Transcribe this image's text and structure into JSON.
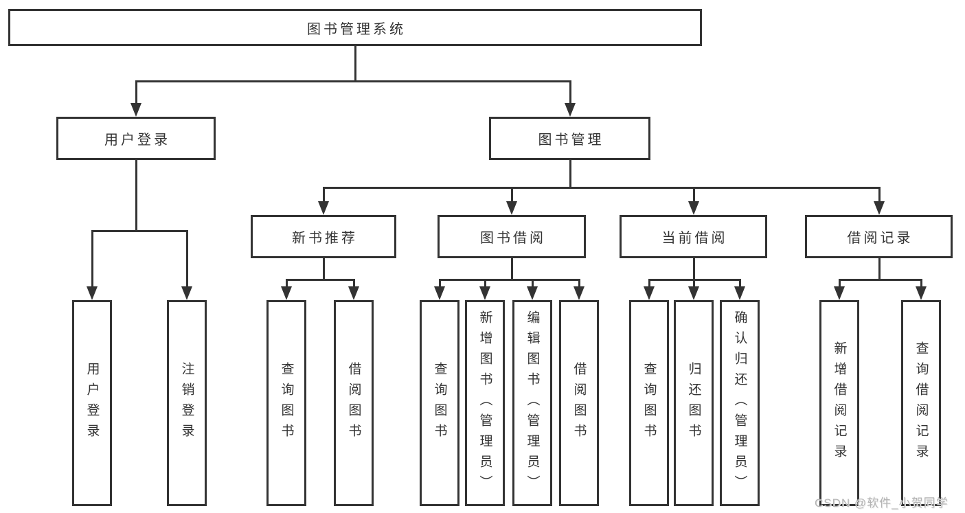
{
  "diagram": {
    "root": {
      "label": "图书管理系统"
    },
    "branches": [
      {
        "label": "用户登录",
        "children": [
          {
            "label": "用户登录"
          },
          {
            "label": "注销登录"
          }
        ]
      },
      {
        "label": "图书管理",
        "children": [
          {
            "label": "新书推荐",
            "children": [
              {
                "label": "查询图书"
              },
              {
                "label": "借阅图书"
              }
            ]
          },
          {
            "label": "图书借阅",
            "children": [
              {
                "label": "查询图书"
              },
              {
                "label": "新增图书（管理员）"
              },
              {
                "label": "编辑图书（管理员）"
              },
              {
                "label": "借阅图书"
              }
            ]
          },
          {
            "label": "当前借阅",
            "children": [
              {
                "label": "查询图书"
              },
              {
                "label": "归还图书"
              },
              {
                "label": "确认归还（管理员）"
              }
            ]
          },
          {
            "label": "借阅记录",
            "children": [
              {
                "label": "新增借阅记录"
              },
              {
                "label": "查询借阅记录"
              }
            ]
          }
        ]
      }
    ]
  },
  "watermark": {
    "text": "CSDN @软件_小贺同学"
  },
  "colors": {
    "line": "#333333",
    "text": "#333333",
    "box_background": "#ffffff",
    "page_background": "#ffffff",
    "watermark": "#b5b5b5"
  }
}
